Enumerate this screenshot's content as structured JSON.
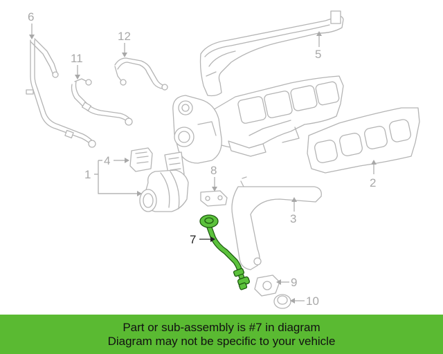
{
  "callouts": {
    "c1": "1",
    "c2": "2",
    "c3": "3",
    "c4": "4",
    "c5": "5",
    "c6": "6",
    "c7": "7",
    "c8": "8",
    "c9": "9",
    "c10": "10",
    "c11": "11",
    "c12": "12"
  },
  "highlighted_part": "7",
  "colors": {
    "highlight_fill": "#5cc23c",
    "highlight_outline": "#1d5a10",
    "banner_background": "#5aba32",
    "line_art": "#b4b4b4"
  },
  "banner": {
    "line1": "Part or sub-assembly is #7 in diagram",
    "line2": "Diagram may not be specific to your vehicle"
  }
}
